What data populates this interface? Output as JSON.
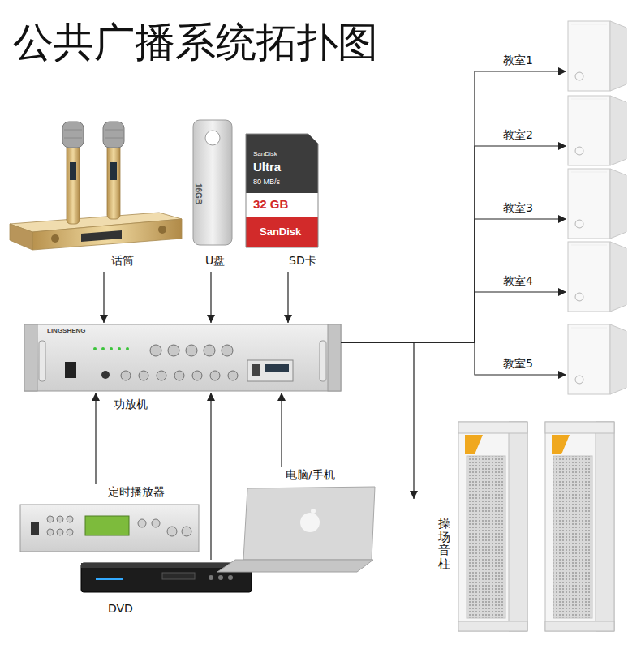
{
  "diagram": {
    "title": "公共广播系统拓扑图",
    "nodes": [
      {
        "text": [
          "话筒"
        ]
      },
      {
        "text": [
          "U盘"
        ]
      },
      {
        "text": [
          "SD卡"
        ]
      },
      {
        "text": [
          "功放机"
        ]
      },
      {
        "text": [
          "定时播放器"
        ]
      },
      {
        "text": [
          "DVD"
        ]
      },
      {
        "text": [
          "电脑/手机"
        ]
      },
      {
        "text": [
          "教室1"
        ]
      },
      {
        "text": [
          "教室2"
        ]
      },
      {
        "text": [
          "教室3"
        ]
      },
      {
        "text": [
          "教室4"
        ]
      },
      {
        "text": [
          "教室5"
        ]
      },
      {
        "text": [
          "操场音柱"
        ]
      }
    ],
    "edges": [
      {
        "from": 0,
        "to": 3,
        "arrow": "to"
      },
      {
        "from": 1,
        "to": 3,
        "arrow": "to"
      },
      {
        "from": 2,
        "to": 3,
        "arrow": "to"
      },
      {
        "from": 4,
        "to": 3,
        "arrow": "to"
      },
      {
        "from": 5,
        "to": 3,
        "arrow": "to"
      },
      {
        "from": 6,
        "to": 3,
        "arrow": "to"
      },
      {
        "from": 3,
        "to": 7,
        "arrow": "to"
      },
      {
        "from": 3,
        "to": 8,
        "arrow": "to"
      },
      {
        "from": 3,
        "to": 9,
        "arrow": "to"
      },
      {
        "from": 3,
        "to": 10,
        "arrow": "to"
      },
      {
        "from": 3,
        "to": 11,
        "arrow": "to"
      },
      {
        "from": 3,
        "to": 12,
        "arrow": "to"
      }
    ],
    "labels": [
      "16GB",
      "SanDisk",
      "Ultra",
      "80 MB/s",
      "32 GB",
      "SanDisk",
      "LINGSHENG"
    ]
  }
}
